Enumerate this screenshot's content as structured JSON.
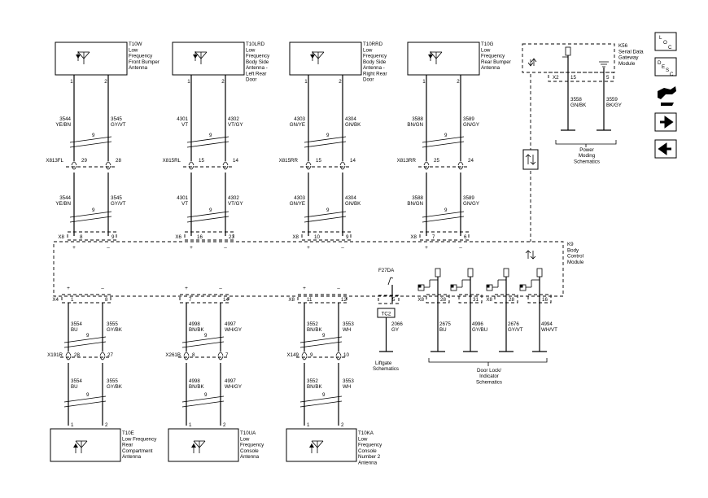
{
  "components": {
    "t10w": {
      "id": "T10W",
      "desc": [
        "Low",
        "Frequency",
        "Front Bumper",
        "Antenna"
      ]
    },
    "t10lrd": {
      "id": "T10LRD",
      "desc": [
        "Low",
        "Frequency",
        "Body Side",
        "Antenna -",
        "Left Rear",
        "Door"
      ]
    },
    "t10rrd": {
      "id": "T10RRD",
      "desc": [
        "Low",
        "Frequency",
        "Body Side",
        "Antenna -",
        "Right Rear",
        "Door"
      ]
    },
    "t10g": {
      "id": "T10G",
      "desc": [
        "Low",
        "Frequency",
        "Rear Bumper",
        "Antenna"
      ]
    },
    "k56": {
      "id": "K56",
      "desc": [
        "Serial Data",
        "Gateway",
        "Module"
      ]
    },
    "k9": {
      "id": "K9",
      "desc": [
        "Body",
        "Control",
        "Module"
      ]
    },
    "t10e": {
      "id": "T10E",
      "desc": [
        "Low Frequency",
        "Rear",
        "Compartment",
        "Antenna"
      ]
    },
    "t10ua": {
      "id": "T10UA",
      "desc": [
        "Low",
        "Frequency",
        "Console",
        "Antenna"
      ]
    },
    "t10ka": {
      "id": "T10KA",
      "desc": [
        "Low",
        "Frequency",
        "Console",
        "Number 2",
        "Antenna"
      ]
    }
  },
  "top_columns": [
    {
      "pins": [
        "1",
        "2"
      ],
      "wires_upper": [
        [
          "3544",
          "YE/BN"
        ],
        [
          "3545",
          "GY/VT"
        ]
      ],
      "connector": "X813FL",
      "conn_pins": [
        "29",
        "28"
      ],
      "wires_lower": [
        [
          "3544",
          "YE/BN"
        ],
        [
          "3545",
          "GY/VT"
        ]
      ],
      "bcm_conn": "X8",
      "bcm_pins": [
        "8",
        "9"
      ],
      "twist": "9"
    },
    {
      "pins": [
        "1",
        "2"
      ],
      "wires_upper": [
        [
          "4301",
          "VT"
        ],
        [
          "4302",
          "VT/GY"
        ]
      ],
      "connector": "X815RL",
      "conn_pins": [
        "15",
        "14"
      ],
      "wires_lower": [
        [
          "4301",
          "VT"
        ],
        [
          "4302",
          "VT/GY"
        ]
      ],
      "bcm_conn": "X6",
      "bcm_pins": [
        "16",
        "23"
      ],
      "twist": "9"
    },
    {
      "pins": [
        "1",
        "2"
      ],
      "wires_upper": [
        [
          "4303",
          "GN/YE"
        ],
        [
          "4304",
          "GN/BK"
        ]
      ],
      "connector": "X815RR",
      "conn_pins": [
        "15",
        "14"
      ],
      "wires_lower": [
        [
          "4303",
          "GN/YE"
        ],
        [
          "4304",
          "GN/BK"
        ]
      ],
      "bcm_conn": "X8",
      "bcm_pins": [
        "10",
        "9"
      ],
      "twist": "9"
    },
    {
      "pins": [
        "1",
        "2"
      ],
      "wires_upper": [
        [
          "3588",
          "BN/GN"
        ],
        [
          "3589",
          "GN/GY"
        ]
      ],
      "connector": "X813RR",
      "conn_pins": [
        "25",
        "24"
      ],
      "wires_lower": [
        [
          "3588",
          "BN/GN"
        ],
        [
          "3589",
          "GN/GY"
        ]
      ],
      "bcm_conn": "X8",
      "bcm_pins": [
        "7",
        "6"
      ],
      "twist": "9"
    }
  ],
  "bottom_columns": [
    {
      "bcm_conn": "X4",
      "bcm_pins": [
        "1",
        "8"
      ],
      "wires_upper": [
        [
          "3554",
          "BU"
        ],
        [
          "3555",
          "GY/BK"
        ]
      ],
      "connector": "X191R",
      "conn_pins": [
        "28",
        "27"
      ],
      "wires_lower": [
        [
          "3554",
          "BU"
        ],
        [
          "3555",
          "GY/BK"
        ]
      ],
      "pins": [
        "1",
        "2"
      ],
      "twist": "9"
    },
    {
      "bcm_conn": "",
      "bcm_pins": [
        "7",
        "14"
      ],
      "wires_upper": [
        [
          "4998",
          "BN/BK"
        ],
        [
          "4997",
          "WH/GY"
        ]
      ],
      "connector": "X261B",
      "conn_pins": [
        "8",
        "7"
      ],
      "wires_lower": [
        [
          "4998",
          "BN/BK"
        ],
        [
          "4997",
          "WH/GY"
        ]
      ],
      "pins": [
        "1",
        "2"
      ],
      "twist": "9"
    },
    {
      "bcm_conn": "X8",
      "bcm_pins": [
        "11",
        "12"
      ],
      "wires_upper": [
        [
          "3552",
          "BN/BK"
        ],
        [
          "3553",
          "WH"
        ]
      ],
      "connector": "X149",
      "conn_pins": [
        "9",
        "10"
      ],
      "wires_lower": [
        [
          "3552",
          "BN/BK"
        ],
        [
          "3553",
          "WH"
        ]
      ],
      "pins": [
        "1",
        "2"
      ],
      "twist": "9"
    }
  ],
  "gateway": {
    "conn": "X2",
    "pins": [
      "15",
      "5"
    ],
    "wires": [
      [
        "3558",
        "GN/BK"
      ],
      [
        "3559",
        "BK/GY"
      ]
    ],
    "ref": [
      "Power",
      "Moding",
      "Schematics"
    ]
  },
  "liftgate": {
    "switch": "F27DA",
    "pin": "5",
    "tc": "TC2",
    "wire": [
      "2066",
      "GY"
    ],
    "ref": [
      "Liftgate",
      "Schematics"
    ]
  },
  "door_lock": {
    "items": [
      {
        "conn": "X8",
        "pin": "28",
        "wire": [
          "2675",
          "BU"
        ]
      },
      {
        "conn": "",
        "pin": "31",
        "wire": [
          "4996",
          "GY/BU"
        ]
      },
      {
        "conn": "X8",
        "pin": "28",
        "wire": [
          "2676",
          "GY/VT"
        ]
      },
      {
        "conn": "",
        "pin": "16",
        "wire": [
          "4994",
          "WH/VT"
        ]
      }
    ],
    "ref": [
      "Door Lock/",
      "Indicator",
      "Schematics"
    ]
  },
  "polarity": {
    "plus": "+",
    "minus": "–"
  },
  "nav": {
    "loc": [
      "L",
      "O",
      "C"
    ],
    "desc": [
      "D",
      "E",
      "S",
      "C"
    ]
  },
  "icons": [
    "antenna-icon",
    "ground-icon",
    "connector-icon",
    "switch-icon",
    "bidirectional-arrow-icon",
    "wrench-icon",
    "arrow-right-icon",
    "arrow-left-icon"
  ]
}
